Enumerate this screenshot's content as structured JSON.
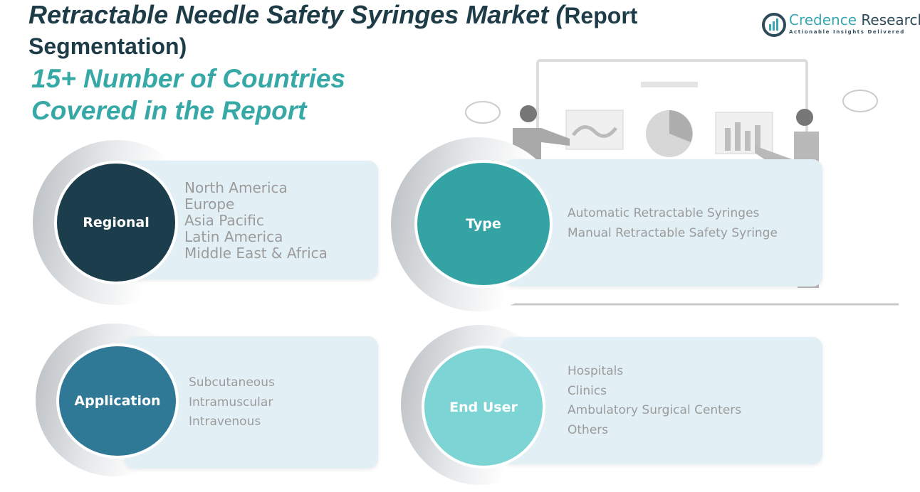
{
  "header": {
    "title_main": "Retractable Needle Safety Syringes Market (",
    "title_tail": "Report Segmentation)",
    "subtitle": "15+ Number of Countries Covered in the Report"
  },
  "logo": {
    "name_a": "Credence ",
    "name_b": "Research",
    "tagline": "Actionable Insights Delivered"
  },
  "colors": {
    "regional": "#1c3e4c",
    "type": "#33a4a3",
    "application": "#2f7896",
    "end_user": "#7dd4d4",
    "panel": "#e2f0f6"
  },
  "segments": [
    {
      "label": "Regional",
      "items": [
        "North America",
        "Europe",
        "Asia Pacific",
        "Latin America",
        "Middle East & Africa"
      ]
    },
    {
      "label": "Type",
      "items": [
        "Automatic Retractable Syringes",
        "Manual Retractable Safety Syringe"
      ]
    },
    {
      "label": "Application",
      "items": [
        "Subcutaneous",
        "Intramuscular",
        "Intravenous"
      ]
    },
    {
      "label": "End User",
      "items": [
        "Hospitals",
        "Clinics",
        "Ambulatory Surgical Centers",
        "Others"
      ]
    }
  ]
}
